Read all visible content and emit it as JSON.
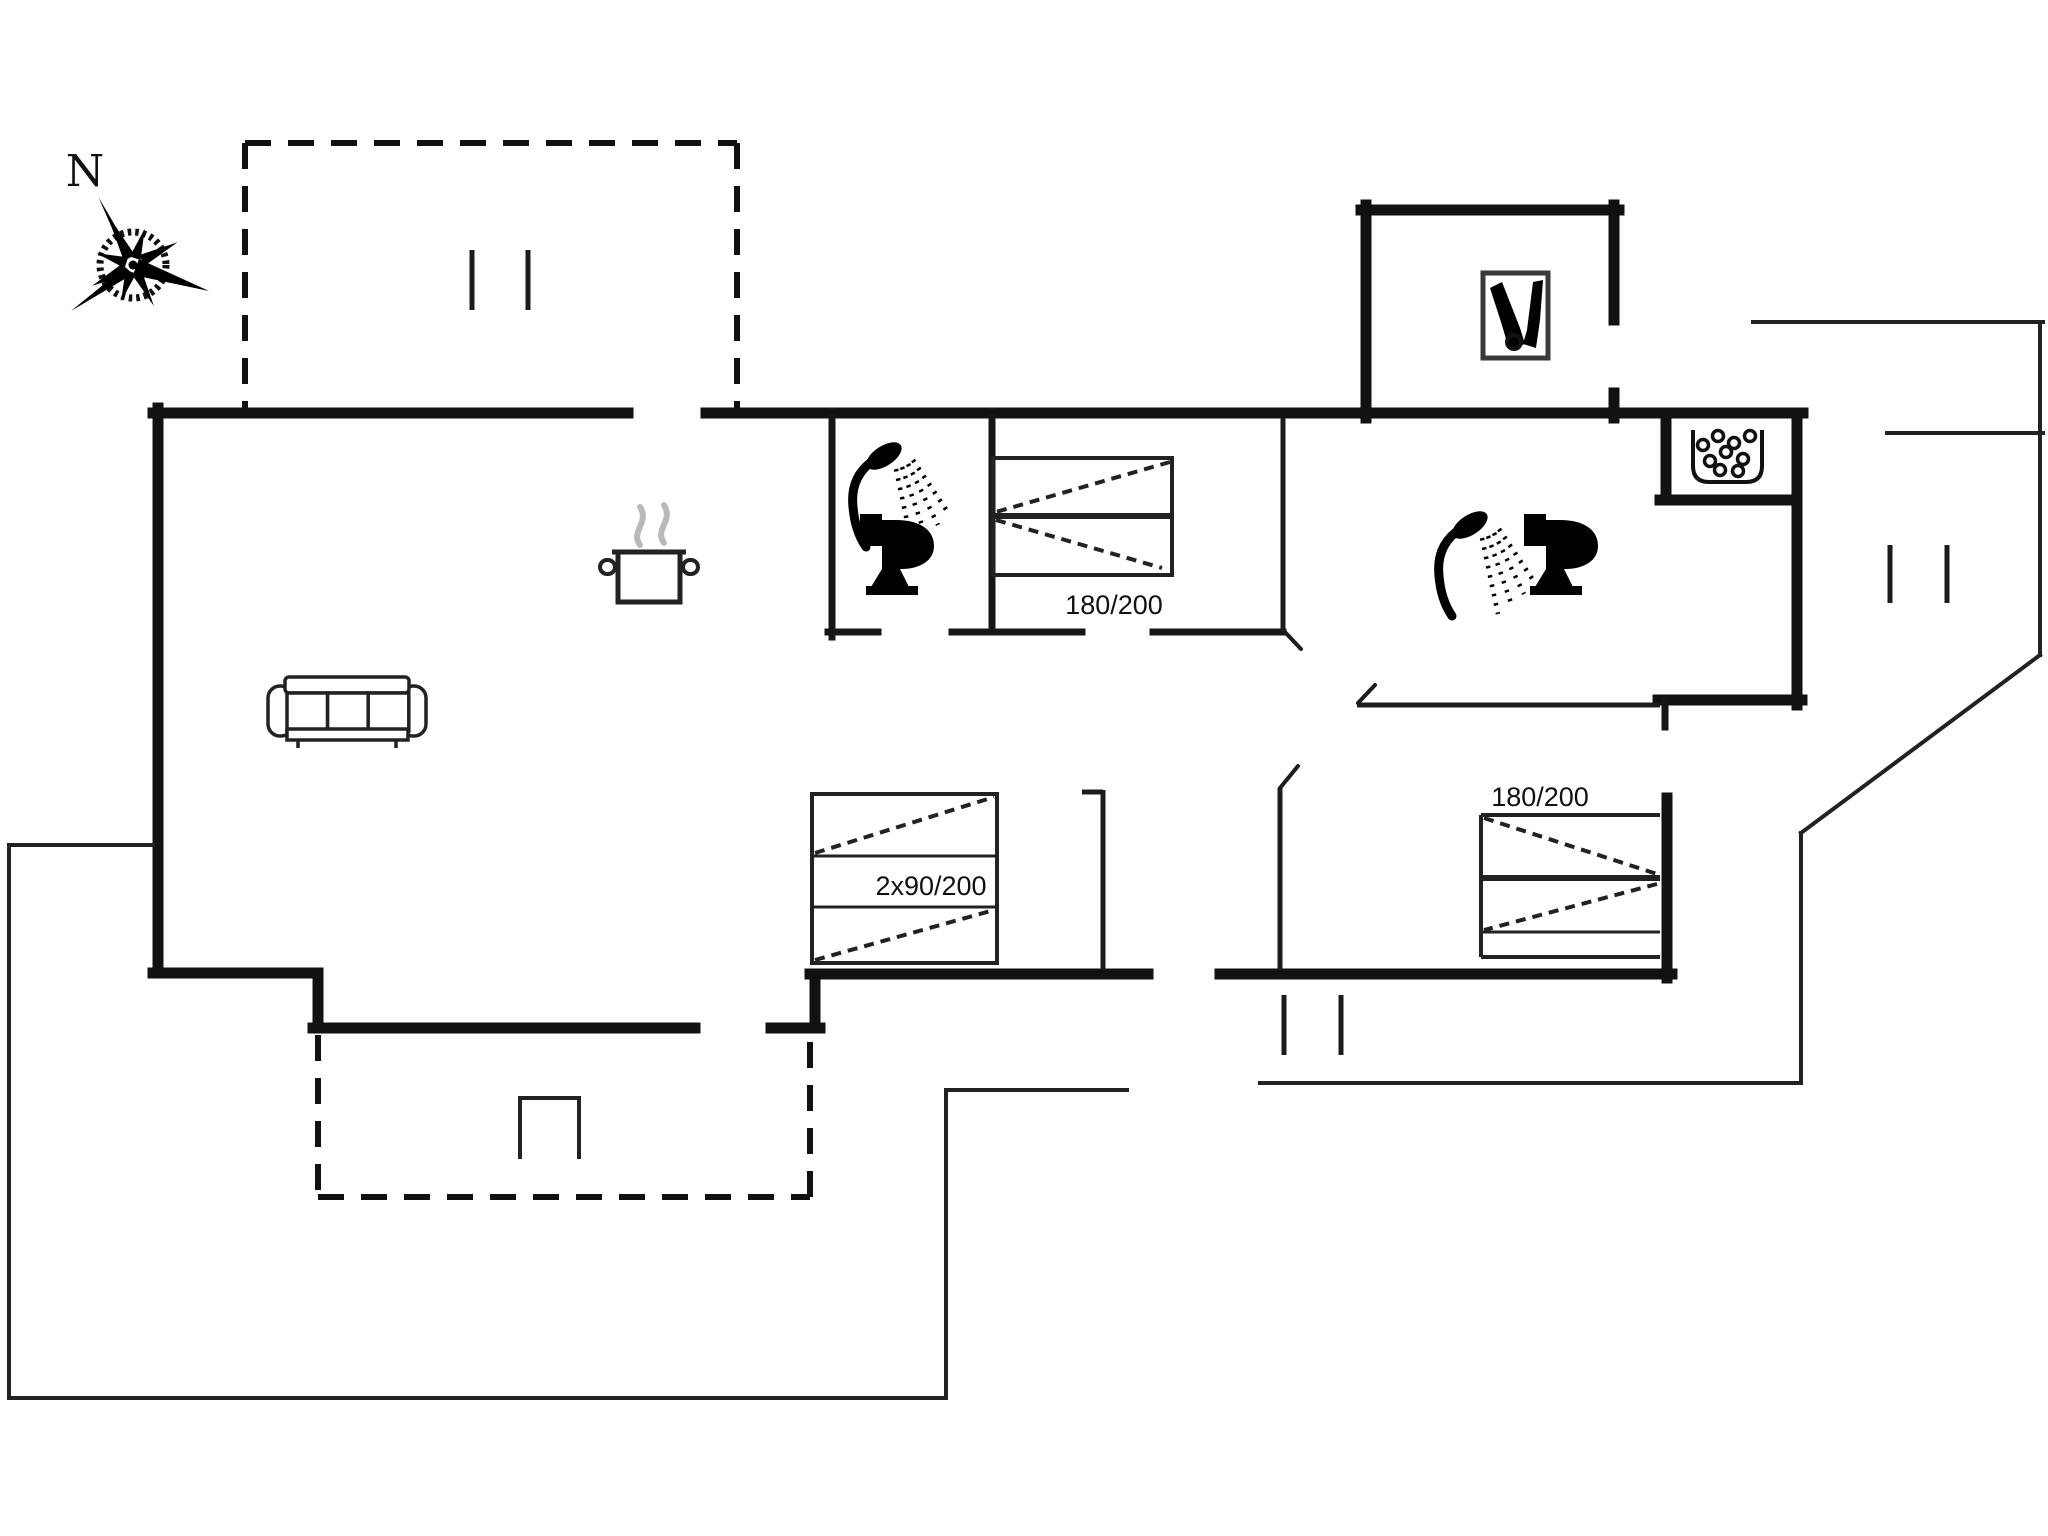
{
  "floor_plan": {
    "type": "holiday-house-floor-plan",
    "compass": {
      "label": "N"
    },
    "beds": [
      {
        "id": "bed-double-1",
        "room": "middle-bedroom",
        "label": "180/200"
      },
      {
        "id": "bed-double-2",
        "room": "right-bedroom",
        "label": "180/200"
      },
      {
        "id": "bed-bunk",
        "room": "bunk-room",
        "label": "2x90/200"
      }
    ],
    "icons": [
      "compass-rose",
      "sofa",
      "cooking-pot",
      "steam",
      "shower",
      "toilet",
      "shower",
      "toilet",
      "utility-appliance",
      "kitchen-sink-bubbles",
      "grill"
    ],
    "areas": [
      "top-terrace-dashed",
      "bottom-terrace-dashed",
      "left-deck-outline",
      "right-deck-outline",
      "living-room",
      "shower-room",
      "middle-bedroom",
      "bathroom",
      "utility-annex",
      "right-bedroom",
      "bunk-room",
      "hallway"
    ],
    "colors": {
      "background": "#ffffff",
      "walls": "#111111",
      "furniture_lines": "#222222",
      "steam": "#b9b9b9"
    }
  }
}
